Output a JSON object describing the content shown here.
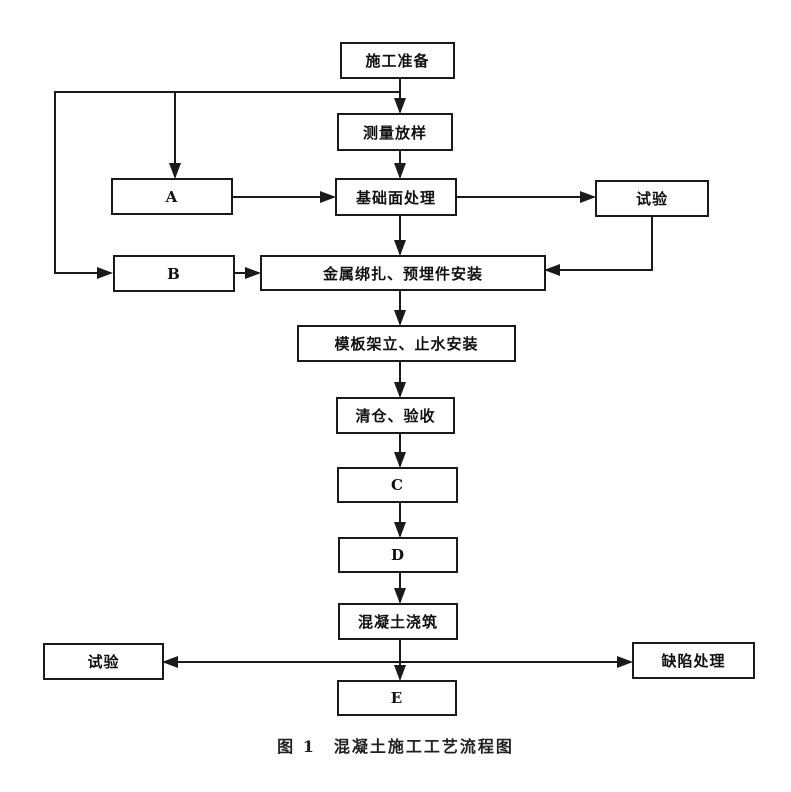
{
  "nodes": {
    "prep": "施工准备",
    "survey": "测量放样",
    "a": "A",
    "foundation": "基础面处理",
    "test_top": "试验",
    "b": "B",
    "rebar": "金属绑扎、预埋件安装",
    "formwork": "模板架立、止水安装",
    "cleaning": "清仓、验收",
    "c": "C",
    "d": "D",
    "pouring": "混凝土浇筑",
    "test_bottom": "试验",
    "defect": "缺陷处理",
    "e": "E"
  },
  "caption": "图 1　混凝土施工工艺流程图",
  "colors": {
    "line": "#1a1a1a"
  }
}
